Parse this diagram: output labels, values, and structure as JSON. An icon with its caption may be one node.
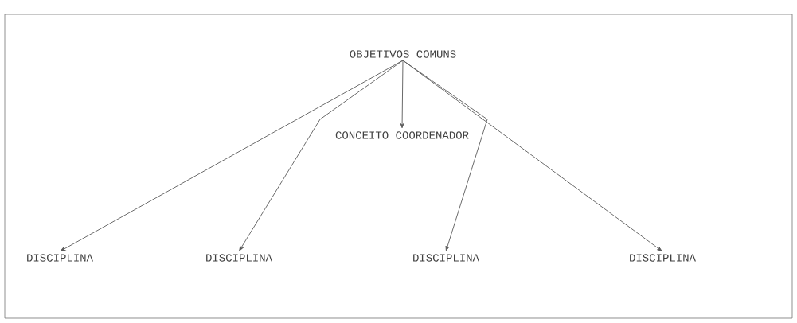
{
  "diagram": {
    "nodes": [
      {
        "text": [
          "OBJETIVOS COMUNS"
        ]
      },
      {
        "text": [
          "CONCEITO COORDENADOR"
        ]
      },
      {
        "text": [
          "DISCIPLINA"
        ]
      },
      {
        "text": [
          "DISCIPLINA"
        ]
      },
      {
        "text": [
          "DISCIPLINA"
        ]
      },
      {
        "text": [
          "DISCIPLINA"
        ]
      }
    ],
    "edges": [
      {
        "from": 0,
        "to": 2,
        "arrow": "to"
      },
      {
        "from": 0,
        "to": 3,
        "arrow": "to"
      },
      {
        "from": 0,
        "to": 1,
        "arrow": "to"
      },
      {
        "from": 0,
        "to": 4,
        "arrow": "to"
      },
      {
        "from": 0,
        "to": 5,
        "arrow": "to"
      }
    ]
  }
}
